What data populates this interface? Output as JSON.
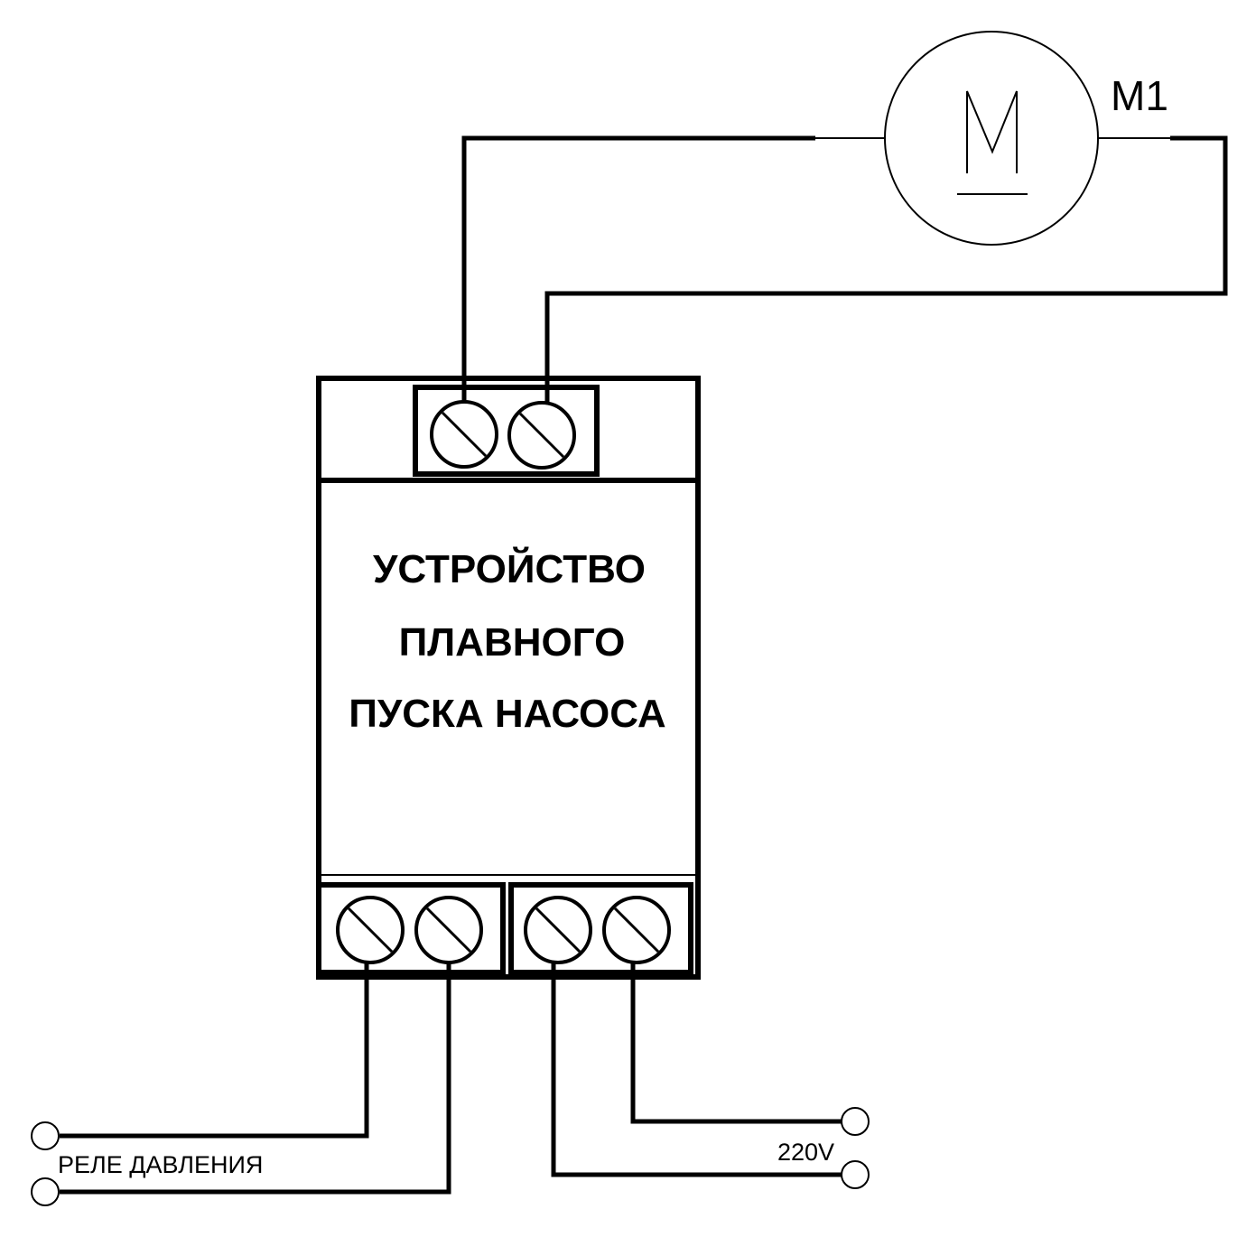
{
  "diagram": {
    "device_label_lines": [
      "УСТРОЙСТВО",
      "ПЛАВНОГО",
      "ПУСКА НАСОСА"
    ],
    "motor_symbol_letter": "M",
    "motor_designator": "M1",
    "pressure_relay_label": "РЕЛЕ ДАВЛЕНИЯ",
    "supply_label": "220V"
  }
}
